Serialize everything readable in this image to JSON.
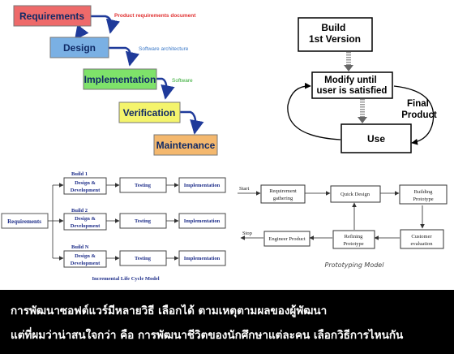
{
  "waterfall": {
    "stages": [
      "Requirements",
      "Design",
      "Implementation",
      "Verification",
      "Maintenance"
    ],
    "stage_colors": [
      "#ee6a6a",
      "#7ab0e4",
      "#7ee26a",
      "#f4f46c",
      "#f4b86e"
    ],
    "notes": [
      "Product requirements document",
      "Software architecture",
      "Software"
    ],
    "note_colors": [
      "#e03030",
      "#3a78c8",
      "#2fa82f"
    ]
  },
  "prototype_cycle": {
    "build": "Build\n1st Version",
    "modify": "Modify until\nuser is satisfied",
    "final": "Final\nProduct",
    "use": "Use"
  },
  "incremental": {
    "title": "Incremental Life Cycle Model",
    "requirements": "Requirements",
    "builds": [
      "Build 1",
      "Build 2",
      "Build N"
    ],
    "design": "Design &\nDevelopment",
    "testing": "Testing",
    "implementation": "Implementation"
  },
  "prototyping": {
    "title": "Prototyping Model",
    "start": "Start",
    "stop": "Stop",
    "req_gathering": "Requirement\ngathering",
    "quick_design": "Quick Design",
    "building_prototype": "Building\nPrototype",
    "customer_evaluation": "Customer\nevaluation",
    "refining_prototype": "Refining\nPrototype",
    "engineer_product": "Engineer Product"
  },
  "caption": {
    "line1": "การพัฒนาซอฟต์แวร์มีหลายวิธี เลือกได้ ตามเหตุตามผลของผู้พัฒนา",
    "line2": "แต่ที่ผมว่าน่าสนใจกว่า คือ การพัฒนาชีวิตของนักศึกษาแต่ละคน เลือกวิธีการไหนกัน"
  }
}
